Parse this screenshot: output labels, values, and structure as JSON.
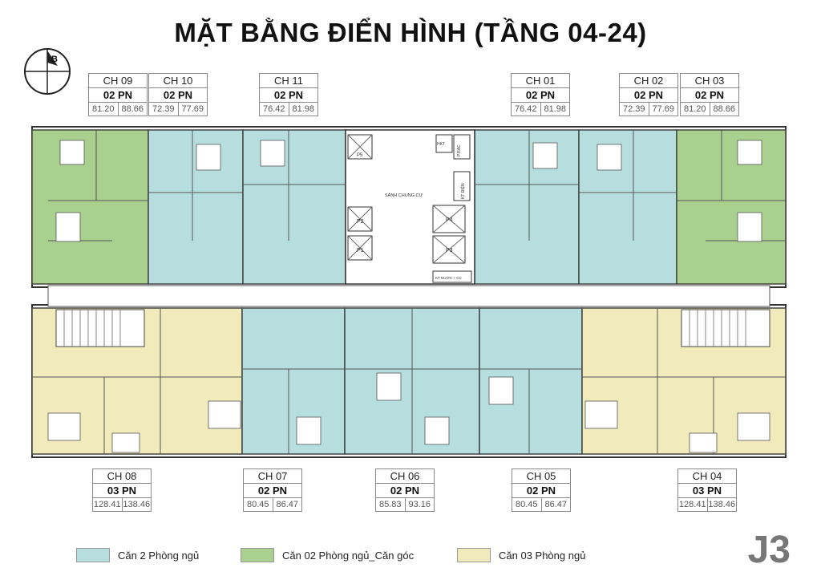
{
  "title": "MẶT BẰNG ĐIỂN HÌNH (TẦNG 04-24)",
  "compass_letter": "B",
  "block_code": "J3",
  "colors": {
    "two_bed": "#b6dede",
    "two_bed_corner": "#a9d08e",
    "three_bed": "#f1ebbc"
  },
  "units": [
    {
      "code": "CH 09",
      "rooms": "02 PN",
      "area_a": "81.20",
      "area_b": "88.66"
    },
    {
      "code": "CH 10",
      "rooms": "02 PN",
      "area_a": "72.39",
      "area_b": "77.69"
    },
    {
      "code": "CH 11",
      "rooms": "02 PN",
      "area_a": "76.42",
      "area_b": "81.98"
    },
    {
      "code": "CH 01",
      "rooms": "02 PN",
      "area_a": "76.42",
      "area_b": "81.98"
    },
    {
      "code": "CH 02",
      "rooms": "02 PN",
      "area_a": "72.39",
      "area_b": "77.69"
    },
    {
      "code": "CH 03",
      "rooms": "02 PN",
      "area_a": "81.20",
      "area_b": "88.66"
    },
    {
      "code": "CH 08",
      "rooms": "03 PN",
      "area_a": "128.41",
      "area_b": "138.46"
    },
    {
      "code": "CH 07",
      "rooms": "02 PN",
      "area_a": "80.45",
      "area_b": "86.47"
    },
    {
      "code": "CH 06",
      "rooms": "02 PN",
      "area_a": "85.83",
      "area_b": "93.16"
    },
    {
      "code": "CH 05",
      "rooms": "02 PN",
      "area_a": "80.45",
      "area_b": "86.47"
    },
    {
      "code": "CH 04",
      "rooms": "03 PN",
      "area_a": "128.41",
      "area_b": "138.46"
    }
  ],
  "core_labels": {
    "lobby": "SẢNH CHUNG CƯ",
    "lift_p1": "P1",
    "lift_p2": "P2",
    "lift_p3": "P3",
    "lift_p4": "P4",
    "lift_p5": "P5",
    "hkt": "HKT",
    "kt_dien": "KT ĐIỆN",
    "kt_nuoc": "KT NƯỚC + CC",
    "p_rac": "P.RÁC"
  },
  "legend": [
    {
      "label": "Căn 2 Phòng ngủ",
      "color": "#b6dede"
    },
    {
      "label": "Căn 02 Phòng ngủ_Căn góc",
      "color": "#a9d08e"
    },
    {
      "label": "Căn 03 Phòng ngủ",
      "color": "#f1ebbc"
    }
  ]
}
